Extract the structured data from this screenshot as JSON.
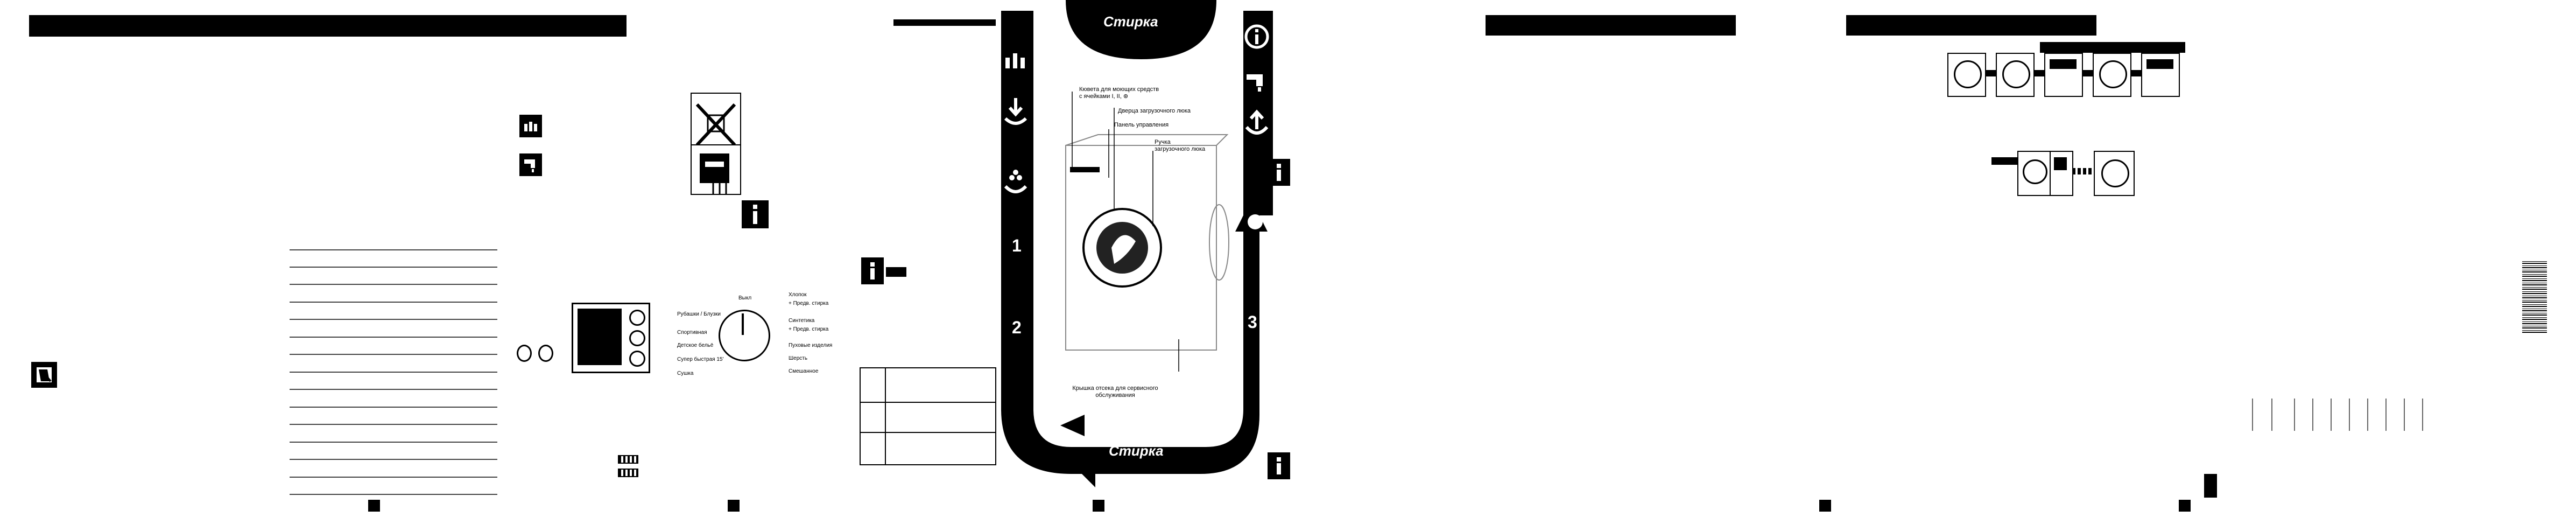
{
  "center": {
    "top_banner": "Стирка",
    "bottom_banner": "Стирка",
    "steps": [
      "1",
      "2",
      "3"
    ],
    "callouts": {
      "detergent": "Кювета для моющих средств с ячейками I, II, ⊛",
      "door": "Дверца загрузочного люка",
      "panel": "Панель управления",
      "handle": "Ручка загрузочного люка",
      "service": "Крышка отсека для сервисного обслуживания"
    }
  },
  "dial": {
    "left": [
      "Рубашки / Блузки",
      "Спортивная",
      "Детское бельё",
      "Супер быстрая 15'",
      "Сушка"
    ],
    "right": [
      "Хлопок",
      "+ Предв. стирка",
      "Синтетика",
      "+ Предв. стирка",
      "Пуховые изделия",
      "Шерсть",
      "Смешанное"
    ],
    "top": "Выкл"
  },
  "colors": {
    "ink": "#000000",
    "paper": "#ffffff",
    "rule": "#444444"
  },
  "icons": [
    "sort-laundry-icon",
    "load-laundry-icon",
    "detergent-icon",
    "info-icon",
    "tap-icon",
    "unload-icon",
    "book-icon"
  ]
}
